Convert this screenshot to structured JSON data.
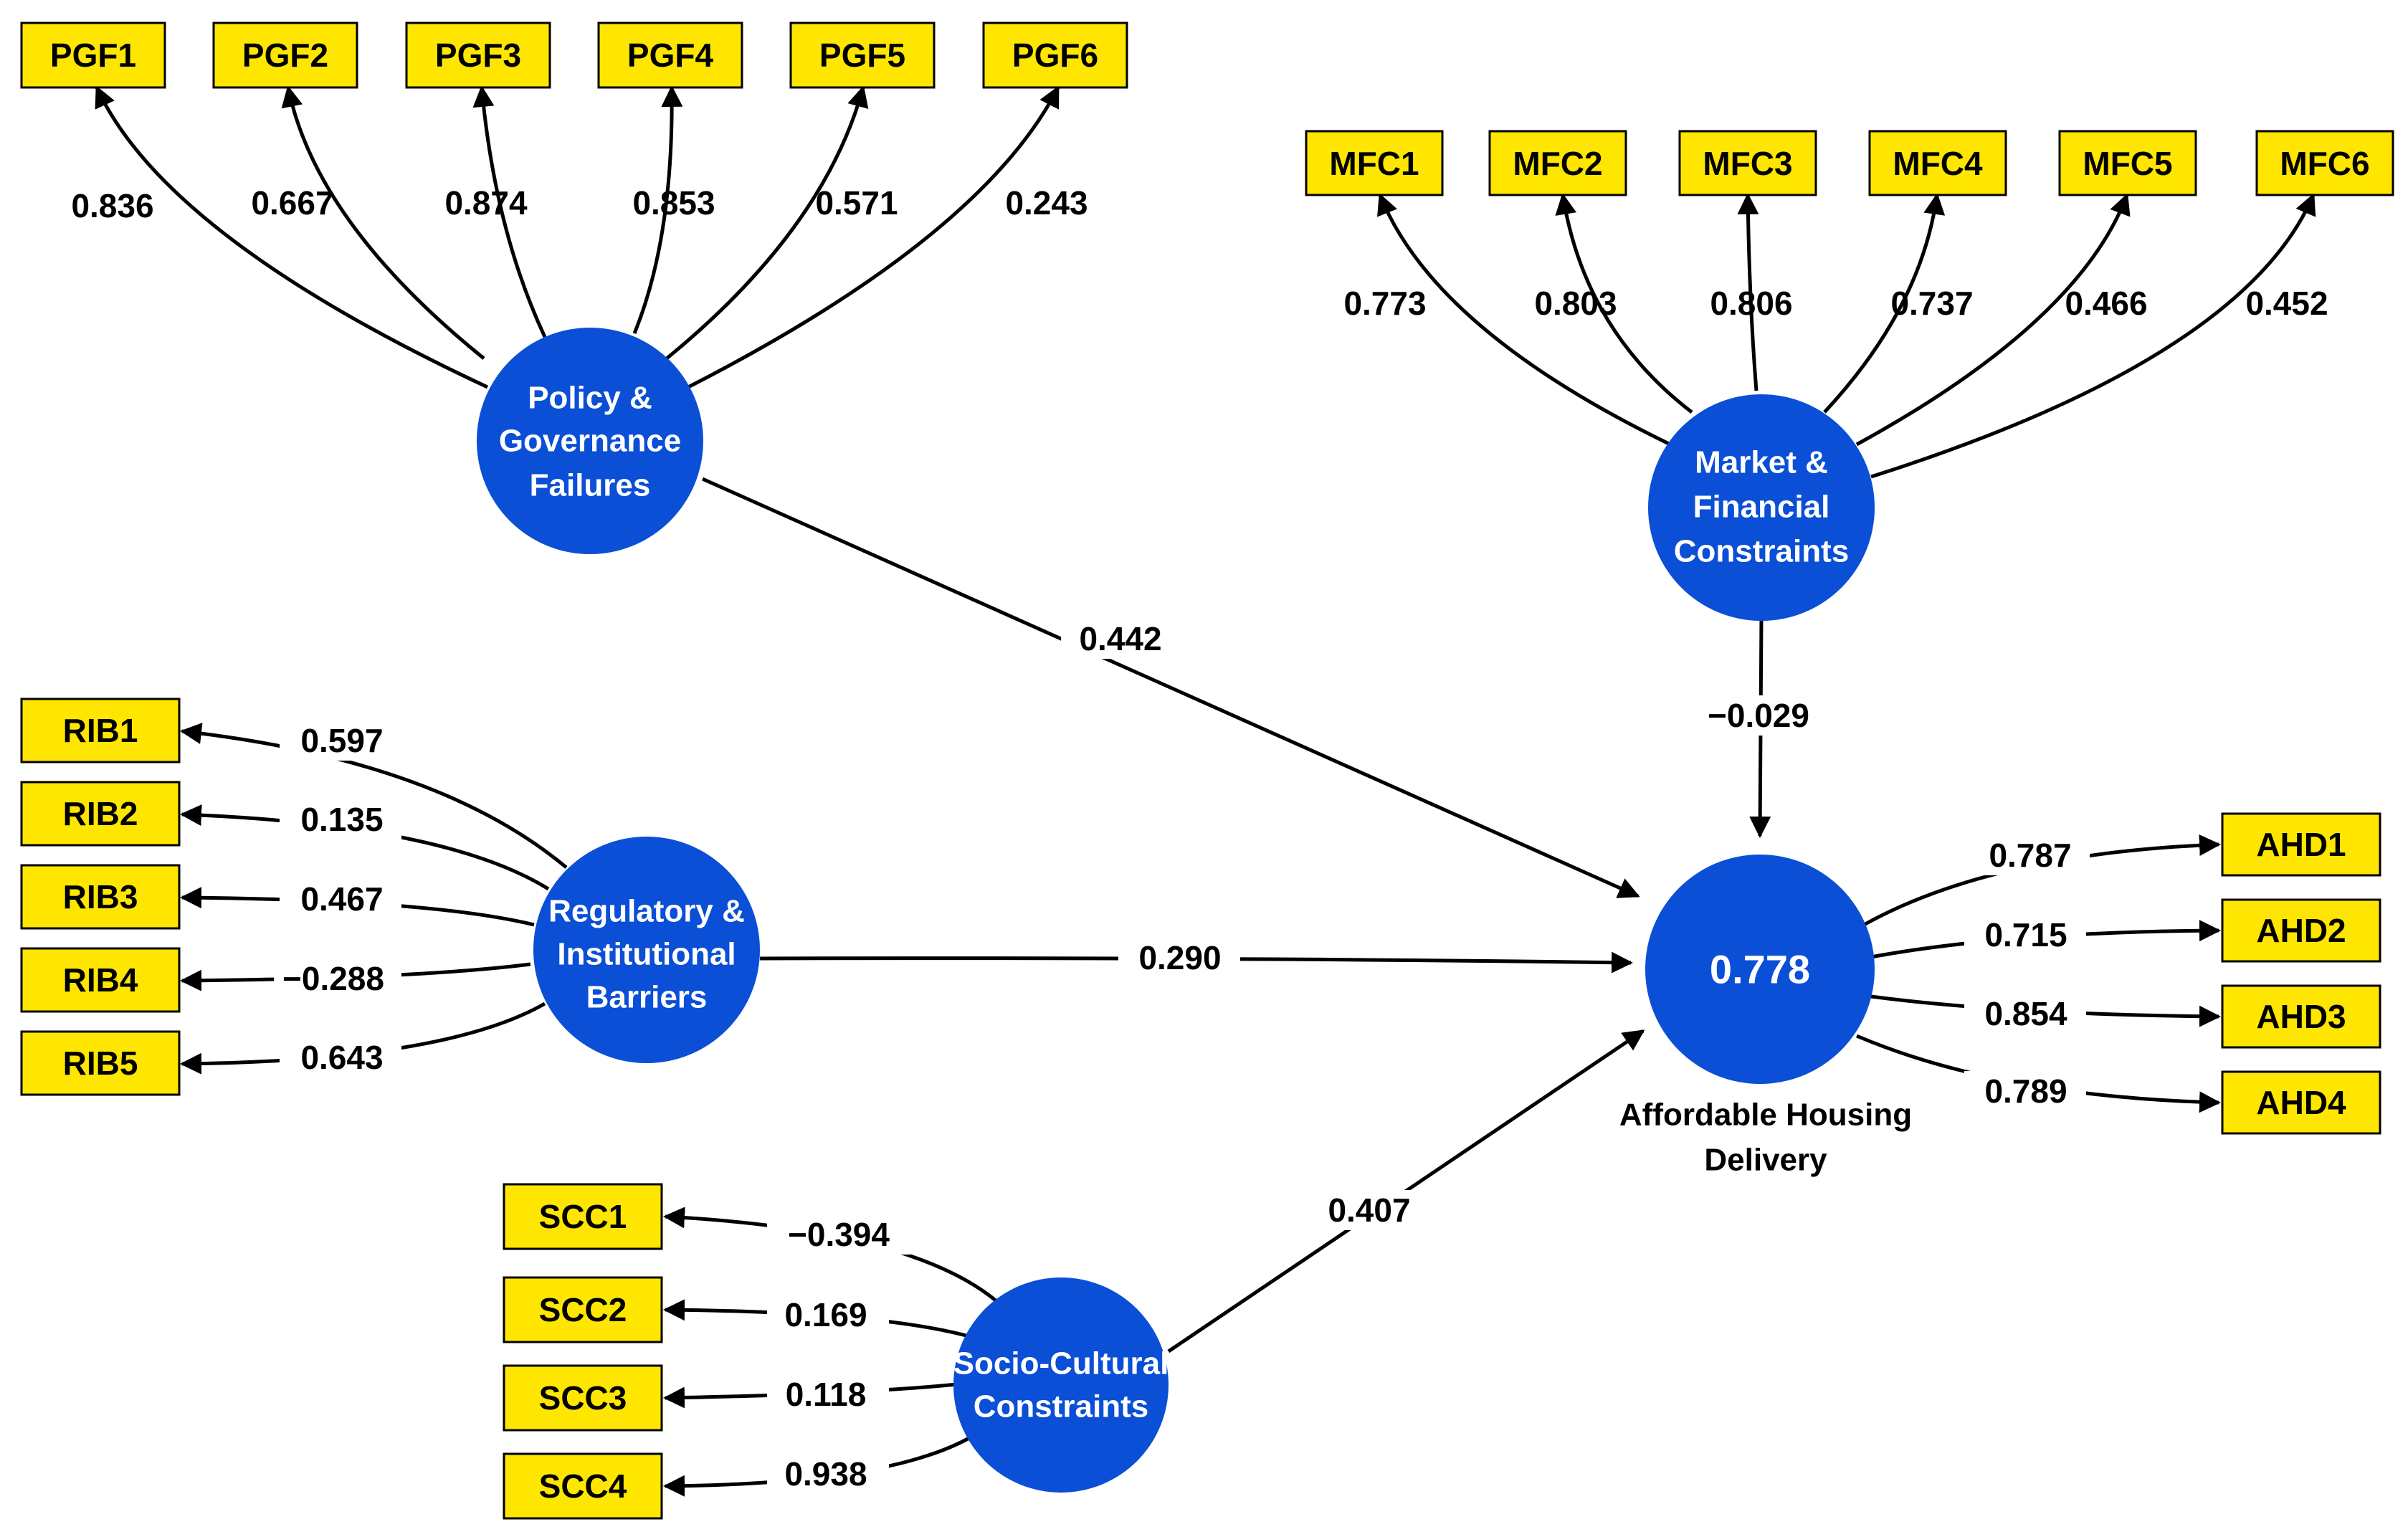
{
  "colors": {
    "indicator_fill": "#FFE600",
    "latent_fill": "#0A4FD6",
    "line": "#000000",
    "latent_text": "#ffffff"
  },
  "latents": {
    "pgf": {
      "lines": [
        "Policy &",
        "Governance",
        "Failures"
      ]
    },
    "mfc": {
      "lines": [
        "Market &",
        "Financial",
        "Constraints"
      ]
    },
    "rib": {
      "lines": [
        "Regulatory &",
        "Institutional",
        "Barriers"
      ]
    },
    "scc": {
      "lines": [
        "Socio-Cultural",
        "Constraints"
      ]
    },
    "ahd": {
      "r_squared": "0.778",
      "caption": [
        "Affordable Housing",
        "Delivery"
      ]
    }
  },
  "indicators": {
    "pgf": [
      {
        "label": "PGF1",
        "loading": "0.836"
      },
      {
        "label": "PGF2",
        "loading": "0.667"
      },
      {
        "label": "PGF3",
        "loading": "0.874"
      },
      {
        "label": "PGF4",
        "loading": "0.853"
      },
      {
        "label": "PGF5",
        "loading": "0.571"
      },
      {
        "label": "PGF6",
        "loading": "0.243"
      }
    ],
    "mfc": [
      {
        "label": "MFC1",
        "loading": "0.773"
      },
      {
        "label": "MFC2",
        "loading": "0.803"
      },
      {
        "label": "MFC3",
        "loading": "0.806"
      },
      {
        "label": "MFC4",
        "loading": "0.737"
      },
      {
        "label": "MFC5",
        "loading": "0.466"
      },
      {
        "label": "MFC6",
        "loading": "0.452"
      }
    ],
    "rib": [
      {
        "label": "RIB1",
        "loading": "0.597"
      },
      {
        "label": "RIB2",
        "loading": "0.135"
      },
      {
        "label": "RIB3",
        "loading": "0.467"
      },
      {
        "label": "RIB4",
        "loading": "−0.288"
      },
      {
        "label": "RIB5",
        "loading": "0.643"
      }
    ],
    "scc": [
      {
        "label": "SCC1",
        "loading": "−0.394"
      },
      {
        "label": "SCC2",
        "loading": "0.169"
      },
      {
        "label": "SCC3",
        "loading": "0.118"
      },
      {
        "label": "SCC4",
        "loading": "0.938"
      }
    ],
    "ahd": [
      {
        "label": "AHD1",
        "loading": "0.787"
      },
      {
        "label": "AHD2",
        "loading": "0.715"
      },
      {
        "label": "AHD3",
        "loading": "0.854"
      },
      {
        "label": "AHD4",
        "loading": "0.789"
      }
    ]
  },
  "paths": {
    "pgf_ahd": "0.442",
    "mfc_ahd": "−0.029",
    "rib_ahd": "0.290",
    "scc_ahd": "0.407"
  }
}
